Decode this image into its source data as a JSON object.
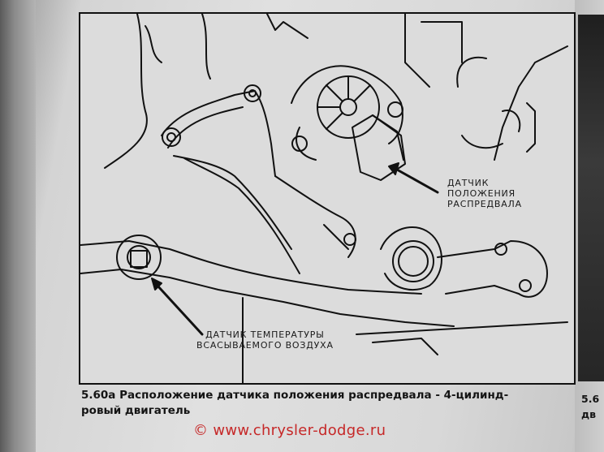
{
  "figure": {
    "labels": {
      "camshaft_sensor": [
        "ДАТЧИК",
        "ПОЛОЖЕНИЯ",
        "РАСПРЕДВАЛА"
      ],
      "air_temp_sensor": [
        "ДАТЧИК ТЕМПЕРАТУРЫ",
        "ВСАСЫВАЕМОГО ВОЗДУХА"
      ]
    }
  },
  "caption": {
    "line1": "5.60а Расположение датчика положения распредвала - 4-цилинд-",
    "line2": "ровый двигатель"
  },
  "right_caption": {
    "line1": "5.6",
    "line2": "дв"
  },
  "watermark": "© www.chrysler-dodge.ru",
  "colors": {
    "watermark": "#c62828",
    "ink": "#111111",
    "paper": "#dcdcdc"
  }
}
